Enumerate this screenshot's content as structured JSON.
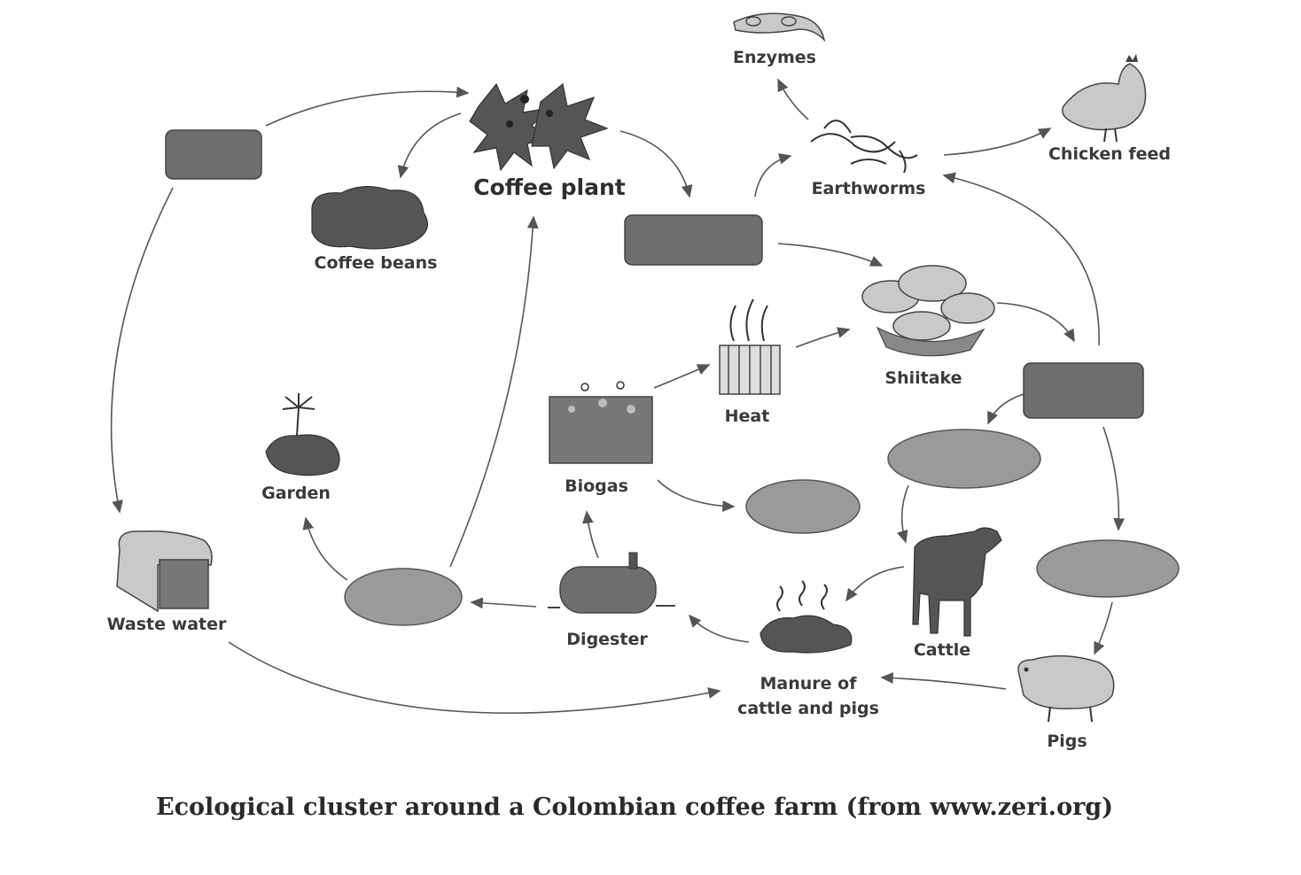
{
  "nodes": {
    "enzymes": "Enzymes",
    "chicken_feed": "Chicken feed",
    "coffee_plant": "Coffee plant",
    "coffee_beans": "Coffee beans",
    "earthworms": "Earthworms",
    "shiitake": "Shiitake",
    "heat": "Heat",
    "biogas": "Biogas",
    "garden": "Garden",
    "waste_water": "Waste water",
    "digester": "Digester",
    "cattle": "Cattle",
    "manure_line1": "Manure of",
    "manure_line2": "cattle and pigs",
    "pigs": "Pigs"
  },
  "caption": "Ecological cluster around a Colombian coffee farm (from www.zeri.org)"
}
